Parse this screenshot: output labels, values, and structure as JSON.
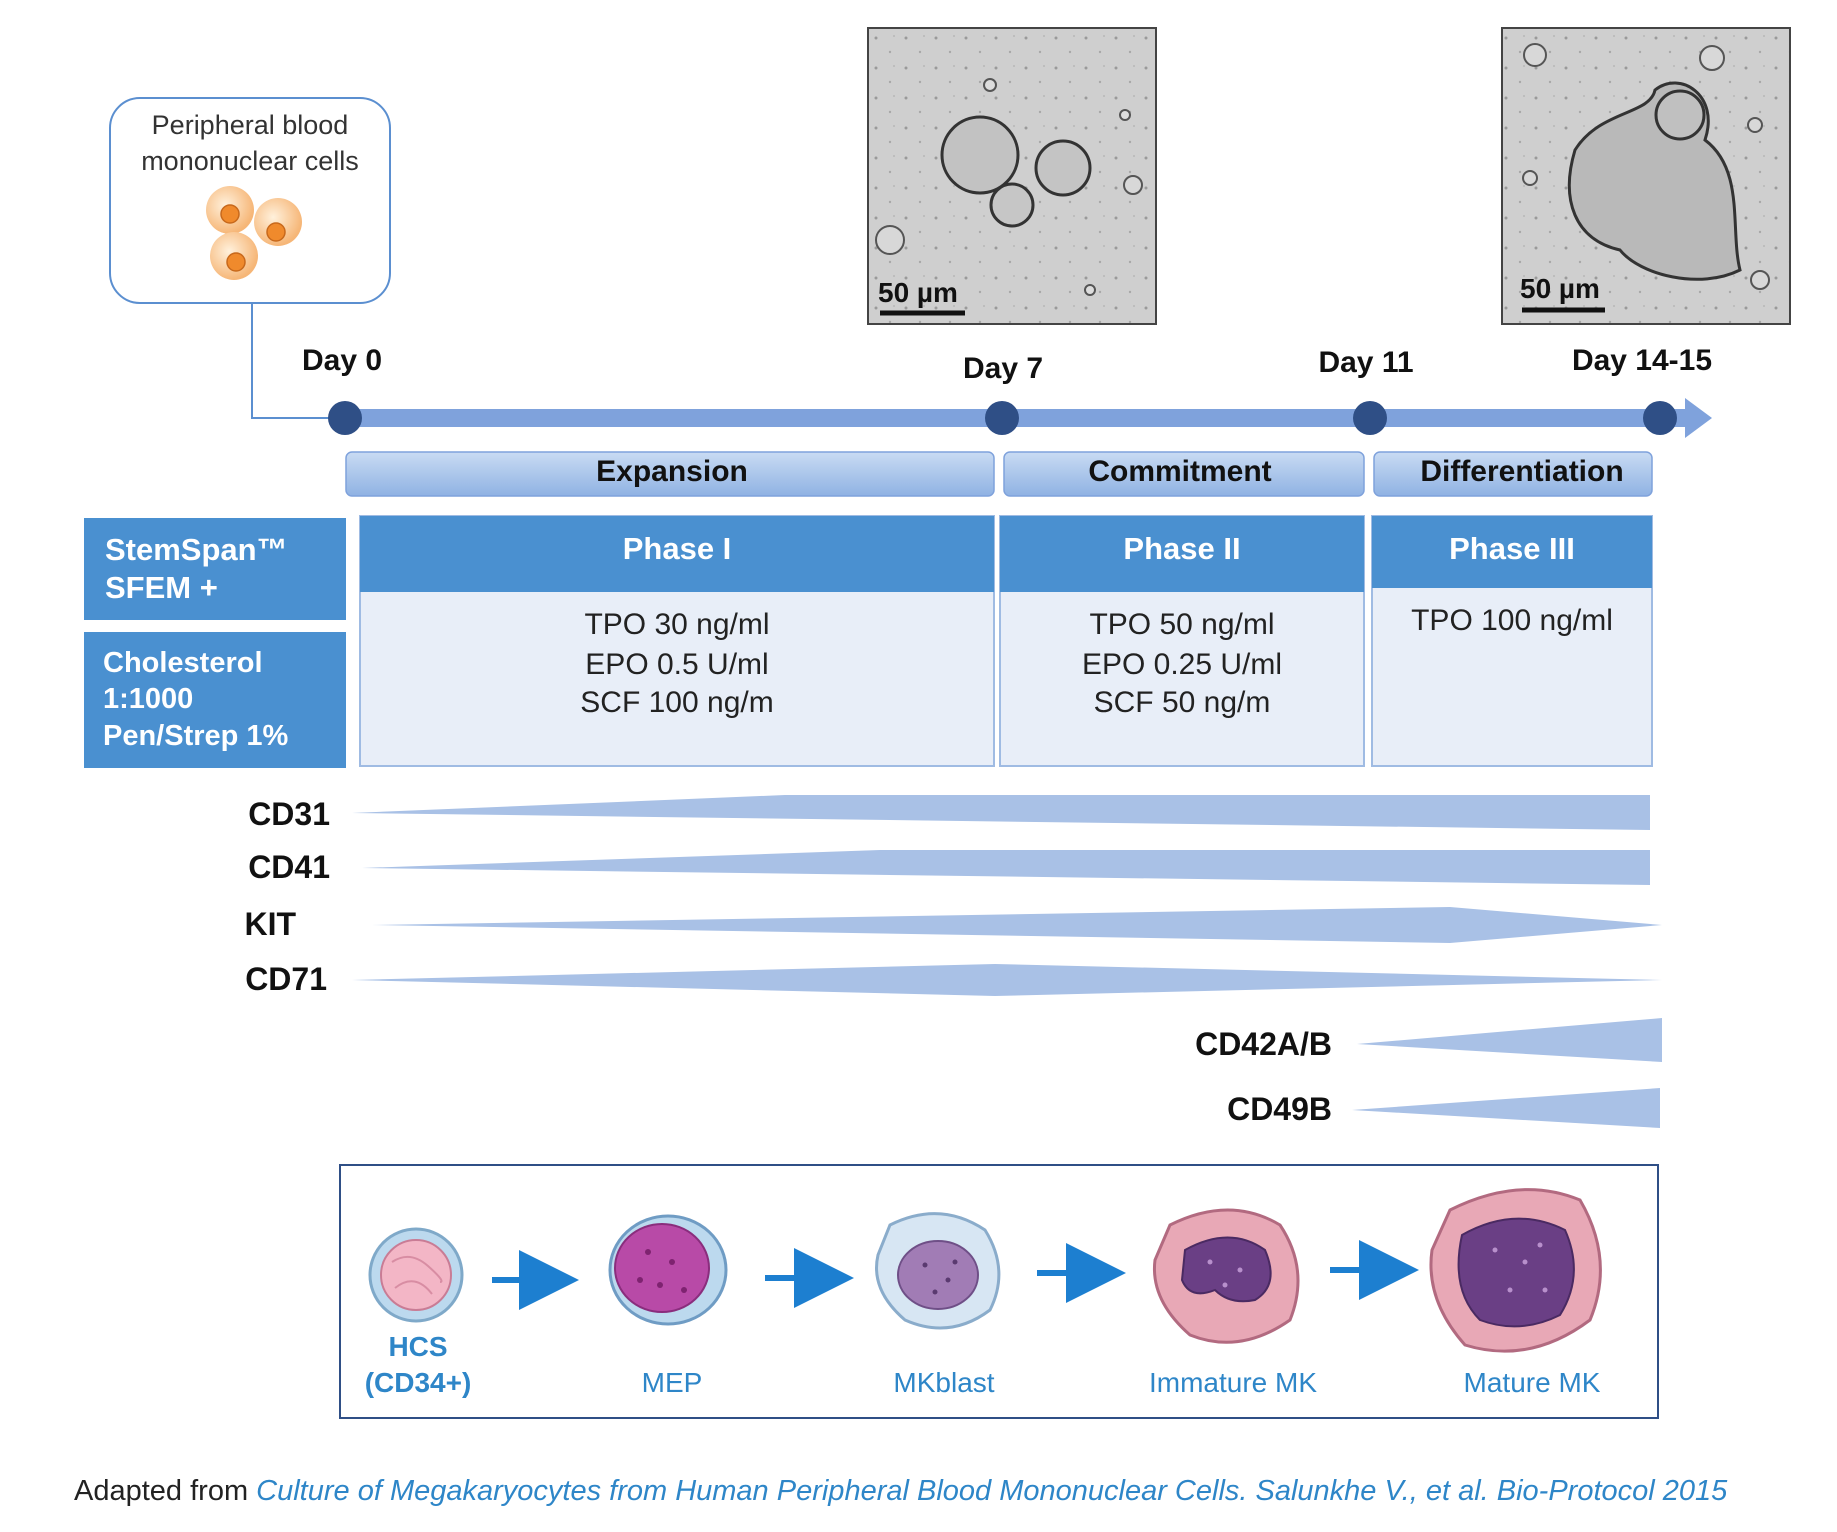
{
  "source_box": {
    "line1": "Peripheral  blood",
    "line2": "mononuclear  cells"
  },
  "micrographs": [
    {
      "scale_label": "50 µm"
    },
    {
      "scale_label": "50 µm"
    }
  ],
  "timeline": {
    "days": [
      "Day 0",
      "Day 7",
      "Day 11",
      "Day 14-15"
    ]
  },
  "stages": [
    "Expansion",
    "Commitment",
    "Differentiation"
  ],
  "media": {
    "base_line1": "StemSpan™",
    "base_line2": "SFEM +",
    "supp_line1": "Cholesterol",
    "supp_line2": "1:1000",
    "supp_line3": "Pen/Strep 1%"
  },
  "phases": [
    {
      "title": "Phase I",
      "lines": [
        "TPO 30 ng/ml",
        "EPO 0.5 U/ml",
        "SCF 100 ng/m"
      ]
    },
    {
      "title": "Phase II",
      "lines": [
        "TPO 50 ng/ml",
        "EPO 0.25 U/ml",
        "SCF 50 ng/m"
      ]
    },
    {
      "title": "Phase III",
      "lines": [
        "TPO 100 ng/ml"
      ]
    }
  ],
  "markers": [
    "CD31",
    "CD41",
    "KIT",
    "CD71",
    "CD42A/B",
    "CD49B"
  ],
  "cells": [
    "HCS",
    "(CD34+)",
    "MEP",
    "MKblast",
    "Immature  MK",
    "Mature MK"
  ],
  "caption": {
    "prefix": "Adapted from ",
    "citation": "Culture  of Megakaryocytes  from Human Peripheral  Blood Mononuclear  Cells. Salunkhe V., et al. Bio-Protocol 2015"
  },
  "colors": {
    "dark_blue": "#2f4f86",
    "mid_blue": "#4a90d0",
    "light_blue": "#a9c1e6",
    "cell_label": "#2e86c8"
  }
}
